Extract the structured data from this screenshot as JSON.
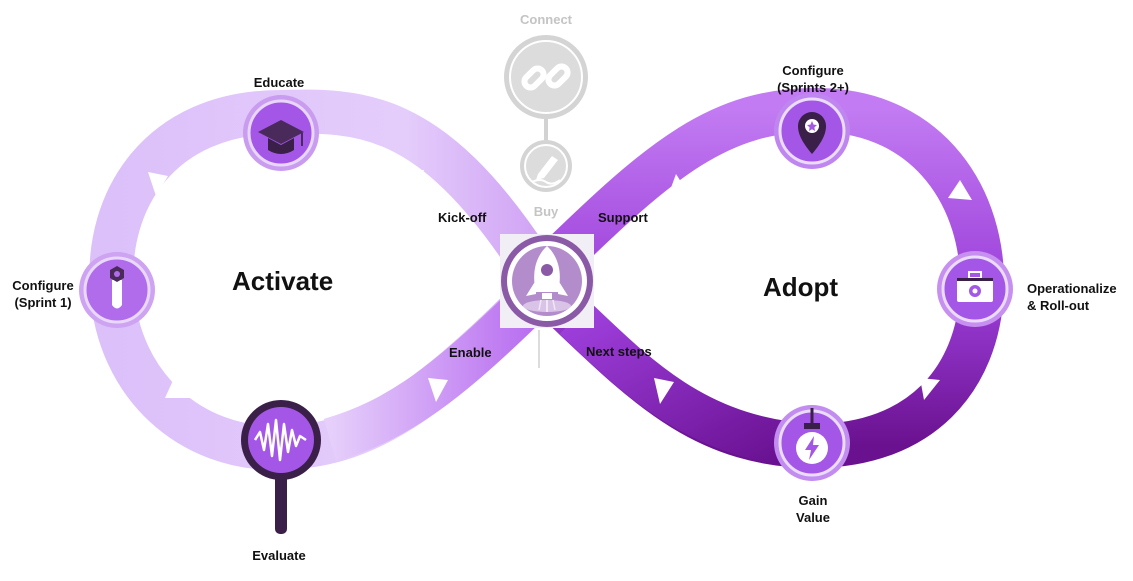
{
  "regions": {
    "left": "Activate",
    "right": "Adopt"
  },
  "stages": {
    "educate": "Educate",
    "configure_sprint1": "Configure\n(Sprint 1)",
    "evaluate": "Evaluate",
    "configure_sprints2": "Configure\n(Sprints 2+)",
    "operationalize": "Operationalize\n& Roll-out",
    "gain_value": "Gain\nValue"
  },
  "crossing": {
    "kickoff": "Kick-off",
    "support": "Support",
    "enable": "Enable",
    "next_steps": "Next steps"
  },
  "pre_stages": {
    "connect": "Connect",
    "buy": "Buy"
  },
  "icons": {
    "educate": "graduation-cap-icon",
    "configure_sprint1": "wrench-icon",
    "evaluate": "magnifier-waveform-icon",
    "configure_sprints2": "map-pin-star-icon",
    "operationalize": "toolbox-gear-icon",
    "gain_value": "lightbulb-bolt-icon",
    "center": "rocket-icon",
    "connect": "chain-link-icon",
    "buy": "pen-sign-icon"
  },
  "colors": {
    "left_loop": "#e2c8fb",
    "left_loop_dark": "#c99af2",
    "right_loop_light": "#b761ee",
    "right_loop_dark": "#6d1191",
    "node_fill": "#a457e6",
    "muted": "#d4d4d4"
  }
}
